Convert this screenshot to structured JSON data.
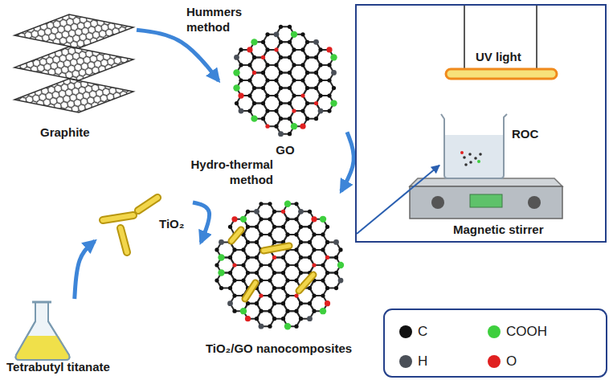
{
  "diagram": {
    "nodes": [
      {
        "text": [
          "Graphite"
        ]
      },
      {
        "text": [
          "GO"
        ]
      },
      {
        "text": [
          "Tetrabutyl titanate"
        ]
      },
      {
        "text": [
          "TiO₂"
        ]
      },
      {
        "text": [
          "TiO₂/GO nanocomposites"
        ]
      },
      {
        "text": [
          "UV light",
          "Magnetic stirrer"
        ]
      },
      {
        "text": [
          "ROC"
        ],
        "in": 5
      }
    ],
    "edges": [
      {
        "from": 0,
        "to": 1,
        "arrow": "to"
      },
      {
        "from": 1,
        "to": 4,
        "arrow": "to"
      },
      {
        "from": 2,
        "to": 3,
        "arrow": "to"
      },
      {
        "from": 3,
        "to": 4,
        "arrow": "to"
      },
      {
        "from": 4,
        "to": 6,
        "arrow": "to"
      }
    ],
    "labels": [
      "Hummers method",
      "Hydro-thermal method"
    ],
    "legend": [
      {
        "text": "C",
        "color": "#111111"
      },
      {
        "text": "COOH",
        "color": "#3ecf3e"
      },
      {
        "text": "H",
        "color": "#4a4f57"
      },
      {
        "text": "O",
        "color": "#e02020"
      }
    ]
  }
}
